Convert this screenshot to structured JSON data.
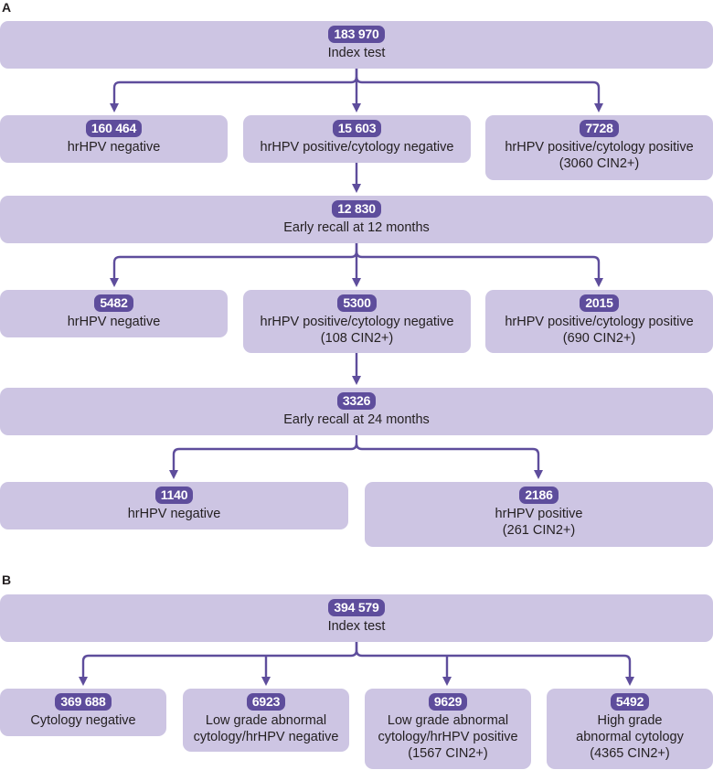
{
  "colors": {
    "box": "#cdc5e3",
    "badge": "#5e4d9c",
    "arrow": "#5e4d9c"
  },
  "panel_a": {
    "label": "A",
    "index": {
      "count": "183 970",
      "label": "Index test"
    },
    "row1": [
      {
        "count": "160 464",
        "label": "hrHPV negative",
        "note": ""
      },
      {
        "count": "15 603",
        "label": "hrHPV positive/cytology negative",
        "note": ""
      },
      {
        "count": "7728",
        "label": "hrHPV positive/cytology positive",
        "note": "(3060 CIN2+)"
      }
    ],
    "recall12": {
      "count": "12 830",
      "label": "Early recall at 12 months"
    },
    "row2": [
      {
        "count": "5482",
        "label": "hrHPV negative",
        "note": ""
      },
      {
        "count": "5300",
        "label": "hrHPV positive/cytology negative",
        "note": "(108 CIN2+)"
      },
      {
        "count": "2015",
        "label": "hrHPV positive/cytology positive",
        "note": "(690 CIN2+)"
      }
    ],
    "recall24": {
      "count": "3326",
      "label": "Early recall at 24 months"
    },
    "row3": [
      {
        "count": "1140",
        "label": "hrHPV negative",
        "note": ""
      },
      {
        "count": "2186",
        "label": "hrHPV positive",
        "note": "(261 CIN2+)"
      }
    ]
  },
  "panel_b": {
    "label": "B",
    "index": {
      "count": "394 579",
      "label": "Index test"
    },
    "outcomes": [
      {
        "count": "369 688",
        "line1": "Cytology negative",
        "line2": "",
        "line3": ""
      },
      {
        "count": "6923",
        "line1": "Low grade abnormal",
        "line2": "cytology/hrHPV negative",
        "line3": ""
      },
      {
        "count": "9629",
        "line1": "Low grade abnormal",
        "line2": "cytology/hrHPV positive",
        "line3": "(1567 CIN2+)"
      },
      {
        "count": "5492",
        "line1": "High grade",
        "line2": "abnormal cytology",
        "line3": "(4365 CIN2+)"
      }
    ]
  }
}
